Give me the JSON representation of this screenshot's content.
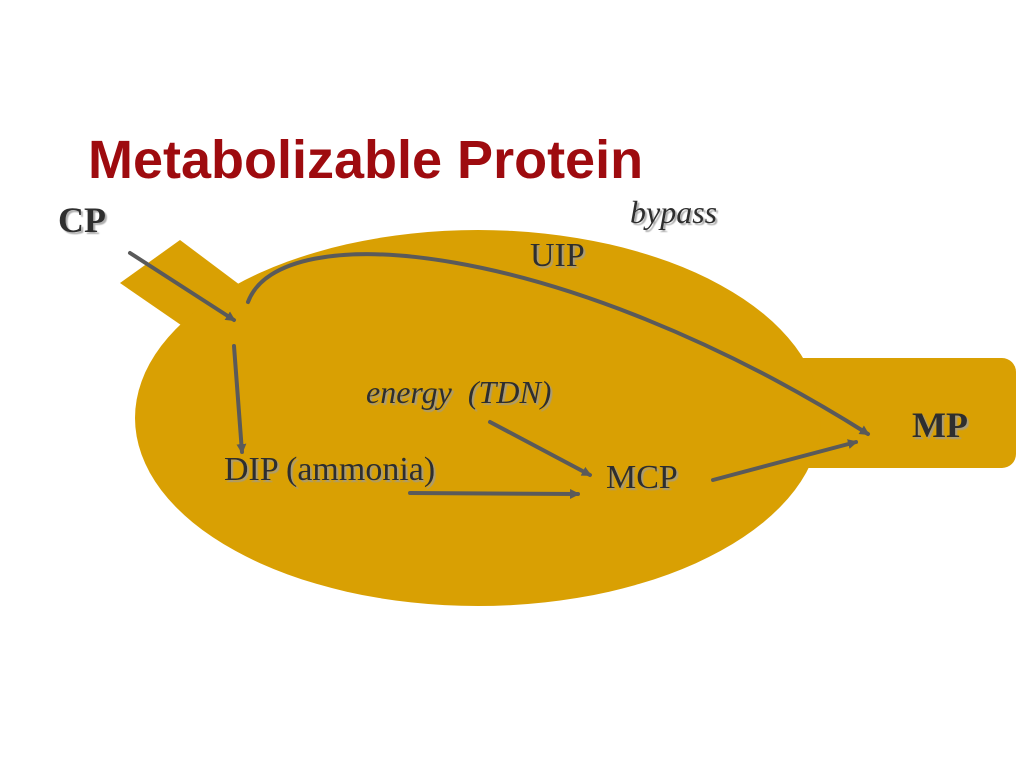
{
  "title": "Metabolizable Protein",
  "labels": {
    "cp": "CP",
    "bypass": "bypass",
    "uip": "UIP",
    "energy": "energy  (TDN)",
    "dip": "DIP (ammonia)",
    "mcp": "MCP",
    "mp": "MP"
  },
  "colors": {
    "title": "#9e0b0f",
    "rumen_fill": "#d9a003",
    "arrow": "#5a5a5a",
    "label_text": "#2e2e2e"
  }
}
